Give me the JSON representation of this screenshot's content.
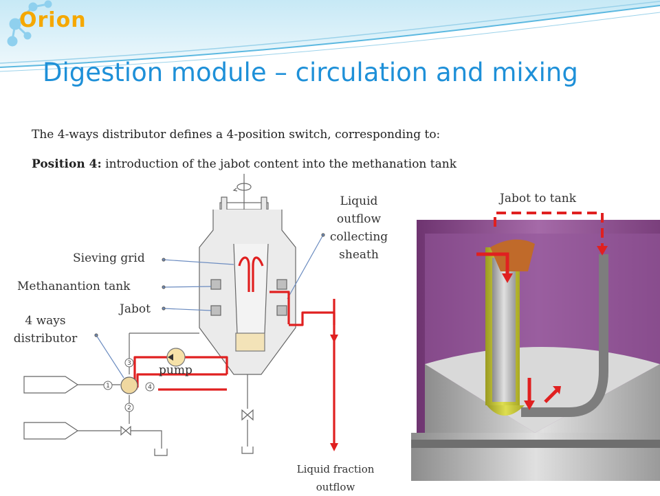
{
  "logo": {
    "text": "Orion"
  },
  "title": "Digestion module – circulation and mixing",
  "intro": "The 4-ways distributor defines a 4-position switch, corresponding to:",
  "position": {
    "label": "Position 4:",
    "text": " introduction of the jabot content into the methanation tank"
  },
  "labels": {
    "sieving_grid": "Sieving grid",
    "methanation_tank": "Methanantion tank",
    "jabot": "Jabot",
    "distributor": "4 ways distributor",
    "pump": "pump",
    "liquid_outflow_sheath": "Liquid outflow collecting sheath",
    "liquid_fraction_outflow": "Liquid fraction outflow",
    "jabot_to_tank": "Jabot to tank"
  },
  "port_numbers": [
    "1",
    "2",
    "3",
    "4"
  ],
  "colors": {
    "title": "#1e90d8",
    "logo": "#f5a800",
    "flow": "#e02020",
    "tank_purple": "#8a4a8e",
    "jabot_yellow": "#c8c832"
  }
}
